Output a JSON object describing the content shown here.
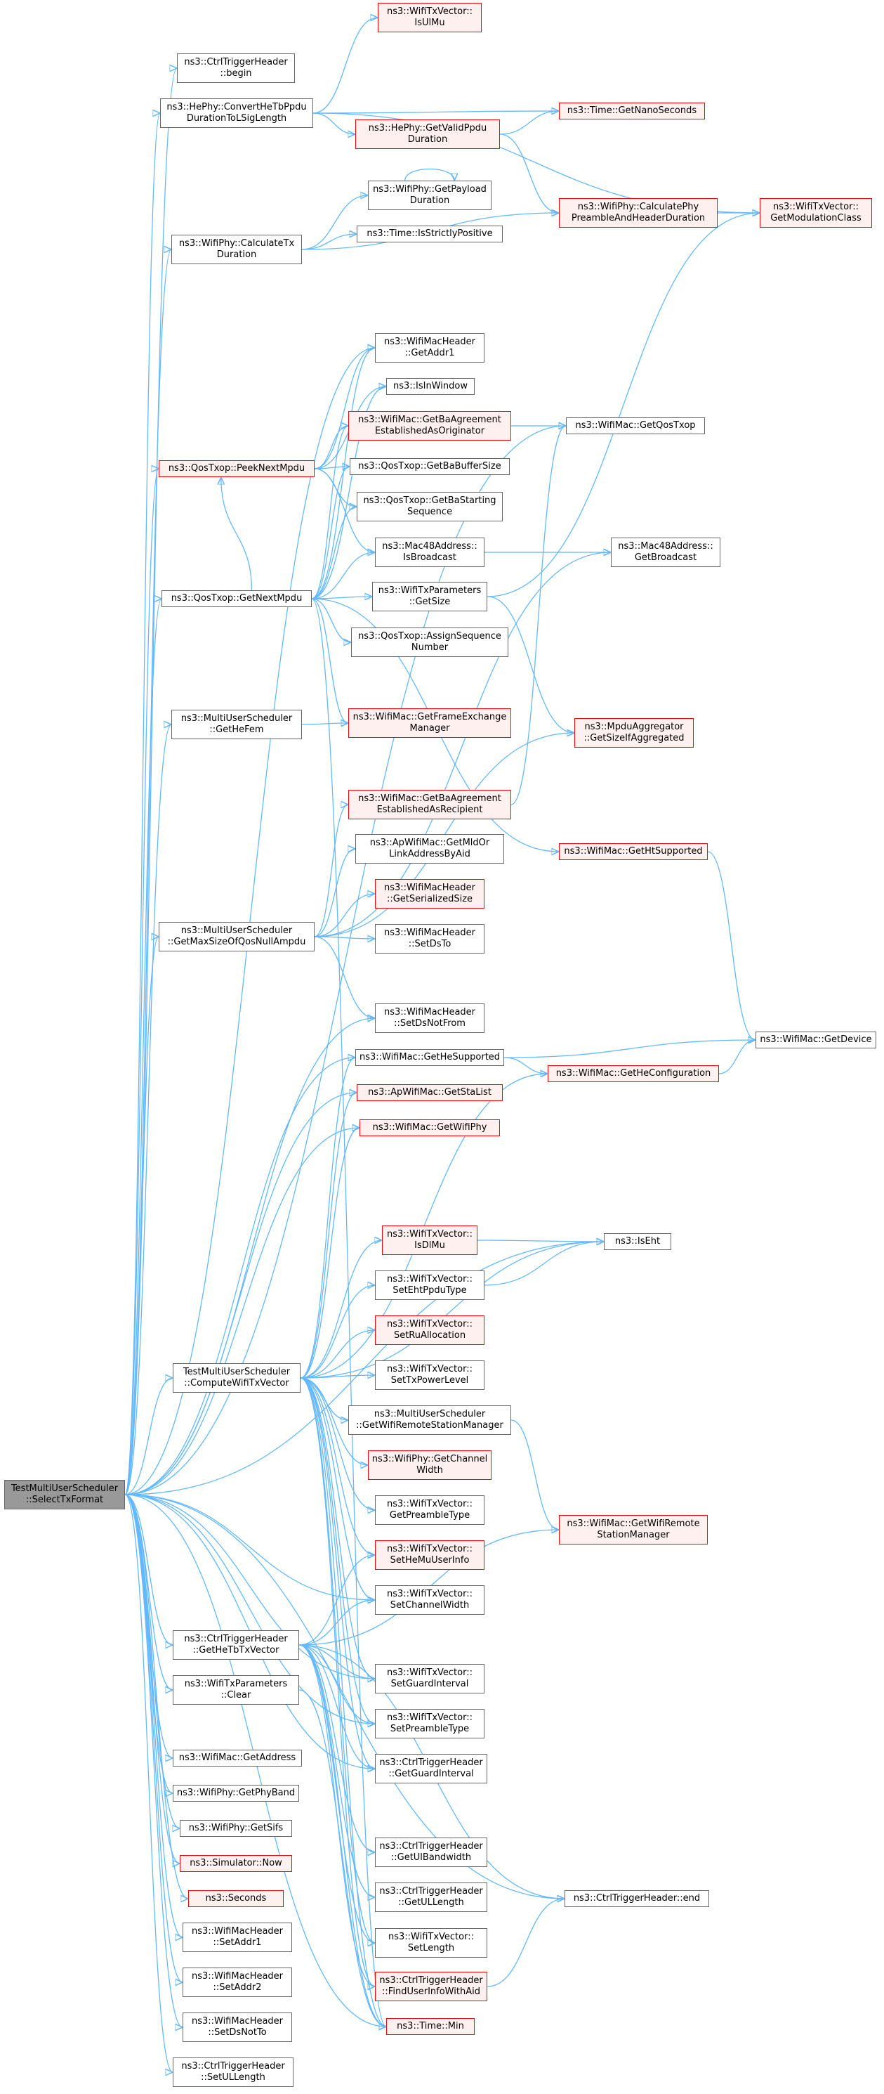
{
  "colors": {
    "edge": "#63b8ff",
    "node_border": "#666666",
    "highlight_border": "#ff0000",
    "highlight_fill": "#fff0f0",
    "root_fill": "#999999"
  },
  "nodes": [
    {
      "id": "root",
      "lines": [
        "TestMultiUserScheduler",
        "::SelectTxFormat"
      ],
      "style": "root"
    },
    {
      "id": "ctrl_begin",
      "lines": [
        "ns3::CtrlTriggerHeader",
        "::begin"
      ]
    },
    {
      "id": "hephy_convert",
      "lines": [
        "ns3::HePhy::ConvertHeTbPpdu",
        "DurationToLSigLength"
      ]
    },
    {
      "id": "wifiphy_calctx",
      "lines": [
        "ns3::WifiPhy::CalculateTx",
        "Duration"
      ]
    },
    {
      "id": "qostxop_peek",
      "lines": [
        "ns3::QosTxop::PeekNextMpdu"
      ],
      "style": "red"
    },
    {
      "id": "qostxop_getnext",
      "lines": [
        "ns3::QosTxop::GetNextMpdu"
      ]
    },
    {
      "id": "mus_gethefem",
      "lines": [
        "ns3::MultiUserScheduler",
        "::GetHeFem"
      ]
    },
    {
      "id": "mus_getmaxsize",
      "lines": [
        "ns3::MultiUserScheduler",
        "::GetMaxSizeOfQosNullAmpdu"
      ]
    },
    {
      "id": "compute_txvector",
      "lines": [
        "TestMultiUserScheduler",
        "::ComputeWifiTxVector"
      ]
    },
    {
      "id": "ctrl_gethetb",
      "lines": [
        "ns3::CtrlTriggerHeader",
        "::GetHeTbTxVector"
      ]
    },
    {
      "id": "txparams_clear",
      "lines": [
        "ns3::WifiTxParameters",
        "::Clear"
      ]
    },
    {
      "id": "mac_getaddress",
      "lines": [
        "ns3::WifiMac::GetAddress"
      ]
    },
    {
      "id": "phy_getphyband",
      "lines": [
        "ns3::WifiPhy::GetPhyBand"
      ]
    },
    {
      "id": "phy_getsifs",
      "lines": [
        "ns3::WifiPhy::GetSifs"
      ]
    },
    {
      "id": "sim_now",
      "lines": [
        "ns3::Simulator::Now"
      ],
      "style": "red"
    },
    {
      "id": "seconds",
      "lines": [
        "ns3::Seconds"
      ],
      "style": "red"
    },
    {
      "id": "hdr_setaddr1",
      "lines": [
        "ns3::WifiMacHeader",
        "::SetAddr1"
      ]
    },
    {
      "id": "hdr_setaddr2",
      "lines": [
        "ns3::WifiMacHeader",
        "::SetAddr2"
      ]
    },
    {
      "id": "hdr_setdsnotto",
      "lines": [
        "ns3::WifiMacHeader",
        "::SetDsNotTo"
      ]
    },
    {
      "id": "ctrl_setullength",
      "lines": [
        "ns3::CtrlTriggerHeader",
        "::SetULLength"
      ]
    },
    {
      "id": "txv_isulmu",
      "lines": [
        "ns3::WifiTxVector::",
        "IsUlMu"
      ],
      "style": "red"
    },
    {
      "id": "hephy_getvalid",
      "lines": [
        "ns3::HePhy::GetValidPpdu",
        "Duration"
      ],
      "style": "red"
    },
    {
      "id": "phy_getpayload",
      "lines": [
        "ns3::WifiPhy::GetPayload",
        "Duration"
      ]
    },
    {
      "id": "time_isstrict",
      "lines": [
        "ns3::Time::IsStrictlyPositive"
      ]
    },
    {
      "id": "hdr_getaddr1",
      "lines": [
        "ns3::WifiMacHeader",
        "::GetAddr1"
      ]
    },
    {
      "id": "isinwindow",
      "lines": [
        "ns3::IsInWindow"
      ]
    },
    {
      "id": "mac_getba_orig",
      "lines": [
        "ns3::WifiMac::GetBaAgreement",
        "EstablishedAsOriginator"
      ],
      "style": "red"
    },
    {
      "id": "qostxop_getbabuf",
      "lines": [
        "ns3::QosTxop::GetBaBufferSize"
      ]
    },
    {
      "id": "qostxop_getbastart",
      "lines": [
        "ns3::QosTxop::GetBaStarting",
        "Sequence"
      ]
    },
    {
      "id": "mac48_isbroadcast",
      "lines": [
        "ns3::Mac48Address::",
        "IsBroadcast"
      ]
    },
    {
      "id": "txparams_getsize",
      "lines": [
        "ns3::WifiTxParameters",
        "::GetSize"
      ]
    },
    {
      "id": "qostxop_assign",
      "lines": [
        "ns3::QosTxop::AssignSequence",
        "Number"
      ]
    },
    {
      "id": "mac_getfem",
      "lines": [
        "ns3::WifiMac::GetFrameExchange",
        "Manager"
      ],
      "style": "red"
    },
    {
      "id": "mac_getba_recip",
      "lines": [
        "ns3::WifiMac::GetBaAgreement",
        "EstablishedAsRecipient"
      ],
      "style": "red"
    },
    {
      "id": "apmac_getmld",
      "lines": [
        "ns3::ApWifiMac::GetMldOr",
        "LinkAddressByAid"
      ]
    },
    {
      "id": "hdr_getserialized",
      "lines": [
        "ns3::WifiMacHeader",
        "::GetSerializedSize"
      ],
      "style": "red"
    },
    {
      "id": "hdr_setdsto",
      "lines": [
        "ns3::WifiMacHeader",
        "::SetDsTo"
      ]
    },
    {
      "id": "hdr_setdsnotfrom",
      "lines": [
        "ns3::WifiMacHeader",
        "::SetDsNotFrom"
      ]
    },
    {
      "id": "mac_gethesupported",
      "lines": [
        "ns3::WifiMac::GetHeSupported"
      ]
    },
    {
      "id": "apmac_getstalist",
      "lines": [
        "ns3::ApWifiMac::GetStaList"
      ],
      "style": "red"
    },
    {
      "id": "mac_getwifiphy",
      "lines": [
        "ns3::WifiMac::GetWifiPhy"
      ],
      "style": "red"
    },
    {
      "id": "txv_isdlmu",
      "lines": [
        "ns3::WifiTxVector::",
        "IsDlMu"
      ],
      "style": "red"
    },
    {
      "id": "txv_setehtppdu",
      "lines": [
        "ns3::WifiTxVector::",
        "SetEhtPpduType"
      ]
    },
    {
      "id": "txv_setrualloc",
      "lines": [
        "ns3::WifiTxVector::",
        "SetRuAllocation"
      ],
      "style": "red"
    },
    {
      "id": "txv_settxpower",
      "lines": [
        "ns3::WifiTxVector::",
        "SetTxPowerLevel"
      ]
    },
    {
      "id": "mus_getrsm",
      "lines": [
        "ns3::MultiUserScheduler",
        "::GetWifiRemoteStationManager"
      ]
    },
    {
      "id": "phy_getchannelwidth",
      "lines": [
        "ns3::WifiPhy::GetChannel",
        "Width"
      ],
      "style": "red"
    },
    {
      "id": "txv_getpreamble",
      "lines": [
        "ns3::WifiTxVector::",
        "GetPreambleType"
      ]
    },
    {
      "id": "txv_sethemuuser",
      "lines": [
        "ns3::WifiTxVector::",
        "SetHeMuUserInfo"
      ],
      "style": "red"
    },
    {
      "id": "txv_setchannelwidth",
      "lines": [
        "ns3::WifiTxVector::",
        "SetChannelWidth"
      ]
    },
    {
      "id": "txv_setguard",
      "lines": [
        "ns3::WifiTxVector::",
        "SetGuardInterval"
      ]
    },
    {
      "id": "txv_setpreamble",
      "lines": [
        "ns3::WifiTxVector::",
        "SetPreambleType"
      ]
    },
    {
      "id": "ctrl_getguard",
      "lines": [
        "ns3::CtrlTriggerHeader",
        "::GetGuardInterval"
      ]
    },
    {
      "id": "ctrl_getulbw",
      "lines": [
        "ns3::CtrlTriggerHeader",
        "::GetUlBandwidth"
      ]
    },
    {
      "id": "ctrl_getullength",
      "lines": [
        "ns3::CtrlTriggerHeader",
        "::GetULLength"
      ]
    },
    {
      "id": "txv_setlength",
      "lines": [
        "ns3::WifiTxVector::",
        "SetLength"
      ]
    },
    {
      "id": "ctrl_finduser",
      "lines": [
        "ns3::CtrlTriggerHeader",
        "::FindUserInfoWithAid"
      ],
      "style": "red"
    },
    {
      "id": "time_min",
      "lines": [
        "ns3::Time::Min"
      ],
      "style": "red"
    },
    {
      "id": "time_getnano",
      "lines": [
        "ns3::Time::GetNanoSeconds"
      ],
      "style": "red"
    },
    {
      "id": "phy_calcpreamble",
      "lines": [
        "ns3::WifiPhy::CalculatePhy",
        "PreambleAndHeaderDuration"
      ],
      "style": "red"
    },
    {
      "id": "mac_getqostxop",
      "lines": [
        "ns3::WifiMac::GetQosTxop"
      ]
    },
    {
      "id": "mac48_getbroadcast",
      "lines": [
        "ns3::Mac48Address::",
        "GetBroadcast"
      ]
    },
    {
      "id": "mpdu_getsizeifagg",
      "lines": [
        "ns3::MpduAggregator",
        "::GetSizeIfAggregated"
      ],
      "style": "red"
    },
    {
      "id": "mac_gethtsupported",
      "lines": [
        "ns3::WifiMac::GetHtSupported"
      ],
      "style": "red"
    },
    {
      "id": "mac_gethecfg",
      "lines": [
        "ns3::WifiMac::GetHeConfiguration"
      ],
      "style": "red"
    },
    {
      "id": "iseht",
      "lines": [
        "ns3::IsEht"
      ]
    },
    {
      "id": "mac_getrsm",
      "lines": [
        "ns3::WifiMac::GetWifiRemote",
        "StationManager"
      ],
      "style": "red"
    },
    {
      "id": "ctrl_end",
      "lines": [
        "ns3::CtrlTriggerHeader::end"
      ]
    },
    {
      "id": "txv_getmodclass",
      "lines": [
        "ns3::WifiTxVector::",
        "GetModulationClass"
      ],
      "style": "red"
    },
    {
      "id": "mac_getdevice",
      "lines": [
        "ns3::WifiMac::GetDevice"
      ]
    }
  ],
  "edges": [
    [
      "root",
      "ctrl_begin"
    ],
    [
      "root",
      "hephy_convert"
    ],
    [
      "root",
      "wifiphy_calctx"
    ],
    [
      "root",
      "qostxop_peek"
    ],
    [
      "root",
      "qostxop_getnext"
    ],
    [
      "root",
      "mus_gethefem"
    ],
    [
      "root",
      "mus_getmaxsize"
    ],
    [
      "root",
      "compute_txvector"
    ],
    [
      "root",
      "ctrl_gethetb"
    ],
    [
      "root",
      "txparams_clear"
    ],
    [
      "root",
      "mac_getaddress"
    ],
    [
      "root",
      "phy_getphyband"
    ],
    [
      "root",
      "phy_getsifs"
    ],
    [
      "root",
      "sim_now"
    ],
    [
      "root",
      "seconds"
    ],
    [
      "root",
      "hdr_setaddr1"
    ],
    [
      "root",
      "hdr_setaddr2"
    ],
    [
      "root",
      "hdr_setdsnotto"
    ],
    [
      "root",
      "ctrl_setullength"
    ],
    [
      "root",
      "hdr_getaddr1"
    ],
    [
      "root",
      "mac_getqostxop"
    ],
    [
      "root",
      "hdr_setdsnotfrom"
    ],
    [
      "root",
      "mac_gethesupported"
    ],
    [
      "root",
      "apmac_getstalist"
    ],
    [
      "root",
      "mac_getwifiphy"
    ],
    [
      "root",
      "iseht"
    ],
    [
      "root",
      "txv_setguard"
    ],
    [
      "root",
      "txv_setpreamble"
    ],
    [
      "root",
      "ctrl_getguard"
    ],
    [
      "root",
      "time_min"
    ],
    [
      "root",
      "ctrl_end"
    ],
    [
      "root",
      "txv_setchannelwidth"
    ],
    [
      "hephy_convert",
      "txv_isulmu"
    ],
    [
      "hephy_convert",
      "hephy_getvalid"
    ],
    [
      "hephy_convert",
      "time_getnano"
    ],
    [
      "hephy_convert",
      "txv_getmodclass"
    ],
    [
      "hephy_getvalid",
      "time_getnano"
    ],
    [
      "hephy_getvalid",
      "phy_calcpreamble"
    ],
    [
      "wifiphy_calctx",
      "phy_getpayload"
    ],
    [
      "wifiphy_calctx",
      "time_isstrict"
    ],
    [
      "wifiphy_calctx",
      "phy_calcpreamble"
    ],
    [
      "phy_getpayload",
      "phy_getpayload"
    ],
    [
      "phy_calcpreamble",
      "txv_getmodclass"
    ],
    [
      "qostxop_peek",
      "hdr_getaddr1"
    ],
    [
      "qostxop_peek",
      "isinwindow"
    ],
    [
      "qostxop_peek",
      "mac_getba_orig"
    ],
    [
      "qostxop_peek",
      "qostxop_getbabuf"
    ],
    [
      "qostxop_peek",
      "qostxop_getbastart"
    ],
    [
      "qostxop_peek",
      "mac48_isbroadcast"
    ],
    [
      "qostxop_getnext",
      "hdr_getaddr1"
    ],
    [
      "qostxop_getnext",
      "isinwindow"
    ],
    [
      "qostxop_getnext",
      "mac_getba_orig"
    ],
    [
      "qostxop_getnext",
      "qostxop_getbabuf"
    ],
    [
      "qostxop_getnext",
      "qostxop_getbastart"
    ],
    [
      "qostxop_getnext",
      "mac48_isbroadcast"
    ],
    [
      "qostxop_getnext",
      "txparams_getsize"
    ],
    [
      "qostxop_getnext",
      "qostxop_assign"
    ],
    [
      "qostxop_getnext",
      "mac_getfem"
    ],
    [
      "qostxop_getnext",
      "mac_gethtsupported"
    ],
    [
      "qostxop_getnext",
      "qostxop_peek"
    ],
    [
      "qostxop_getnext",
      "time_min"
    ],
    [
      "mac_getba_orig",
      "mac_getqostxop"
    ],
    [
      "mac48_isbroadcast",
      "mac48_getbroadcast"
    ],
    [
      "txparams_getsize",
      "txv_getmodclass"
    ],
    [
      "txparams_getsize",
      "mpdu_getsizeifagg"
    ],
    [
      "mus_gethefem",
      "mac_getfem"
    ],
    [
      "mus_getmaxsize",
      "mac_getba_recip"
    ],
    [
      "mus_getmaxsize",
      "apmac_getmld"
    ],
    [
      "mus_getmaxsize",
      "hdr_getserialized"
    ],
    [
      "mus_getmaxsize",
      "hdr_setdsto"
    ],
    [
      "mus_getmaxsize",
      "hdr_setdsnotfrom"
    ],
    [
      "mus_getmaxsize",
      "mpdu_getsizeifagg"
    ],
    [
      "mus_getmaxsize",
      "mac48_getbroadcast"
    ],
    [
      "mac_getba_recip",
      "mac_getqostxop"
    ],
    [
      "mac_gethtsupported",
      "mac_getdevice"
    ],
    [
      "mac_gethesupported",
      "mac_gethecfg"
    ],
    [
      "mac_gethesupported",
      "mac_getdevice"
    ],
    [
      "mac_gethecfg",
      "mac_getdevice"
    ],
    [
      "compute_txvector",
      "mac_gethesupported"
    ],
    [
      "compute_txvector",
      "apmac_getstalist"
    ],
    [
      "compute_txvector",
      "mac_getwifiphy"
    ],
    [
      "compute_txvector",
      "mac_gethecfg"
    ],
    [
      "compute_txvector",
      "iseht"
    ],
    [
      "compute_txvector",
      "txv_isdlmu"
    ],
    [
      "compute_txvector",
      "txv_setehtppdu"
    ],
    [
      "compute_txvector",
      "txv_setrualloc"
    ],
    [
      "compute_txvector",
      "txv_settxpower"
    ],
    [
      "compute_txvector",
      "mus_getrsm"
    ],
    [
      "compute_txvector",
      "phy_getchannelwidth"
    ],
    [
      "compute_txvector",
      "txv_getpreamble"
    ],
    [
      "compute_txvector",
      "txv_sethemuuser"
    ],
    [
      "compute_txvector",
      "txv_setchannelwidth"
    ],
    [
      "compute_txvector",
      "txv_setguard"
    ],
    [
      "compute_txvector",
      "txv_setpreamble"
    ],
    [
      "compute_txvector",
      "ctrl_getguard"
    ],
    [
      "compute_txvector",
      "time_min"
    ],
    [
      "compute_txvector",
      "ctrl_finduser"
    ],
    [
      "compute_txvector",
      "txv_setlength"
    ],
    [
      "txv_isdlmu",
      "iseht"
    ],
    [
      "txv_setehtppdu",
      "iseht"
    ],
    [
      "mus_getrsm",
      "mac_getrsm"
    ],
    [
      "ctrl_gethetb",
      "txv_sethemuuser"
    ],
    [
      "ctrl_gethetb",
      "txv_setchannelwidth"
    ],
    [
      "ctrl_gethetb",
      "txv_setguard"
    ],
    [
      "ctrl_gethetb",
      "txv_setpreamble"
    ],
    [
      "ctrl_gethetb",
      "ctrl_getguard"
    ],
    [
      "ctrl_gethetb",
      "ctrl_getulbw"
    ],
    [
      "ctrl_gethetb",
      "ctrl_getullength"
    ],
    [
      "ctrl_gethetb",
      "txv_setlength"
    ],
    [
      "ctrl_gethetb",
      "ctrl_finduser"
    ],
    [
      "ctrl_gethetb",
      "ctrl_end"
    ],
    [
      "ctrl_gethetb",
      "mac_getrsm"
    ],
    [
      "ctrl_gethetb",
      "time_min"
    ],
    [
      "txparams_clear",
      "time_min"
    ],
    [
      "ctrl_finduser",
      "ctrl_end"
    ]
  ]
}
